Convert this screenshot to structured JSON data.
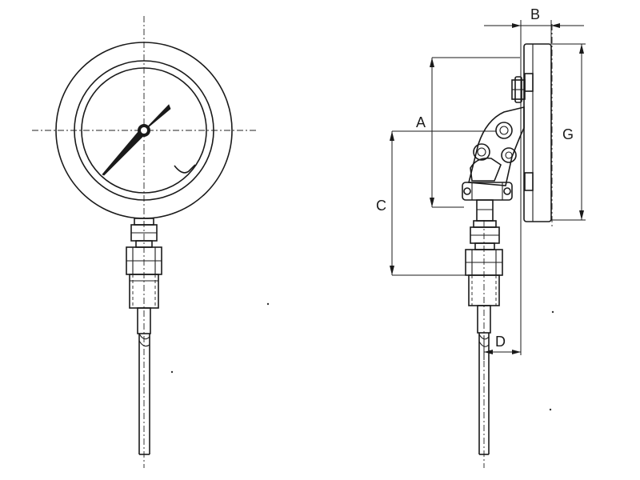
{
  "front_view": {
    "name": "front-view"
  },
  "side_view": {
    "name": "side-view"
  },
  "dimensions": {
    "A": "A",
    "B": "B",
    "C": "C",
    "D": "D",
    "G": "G"
  }
}
